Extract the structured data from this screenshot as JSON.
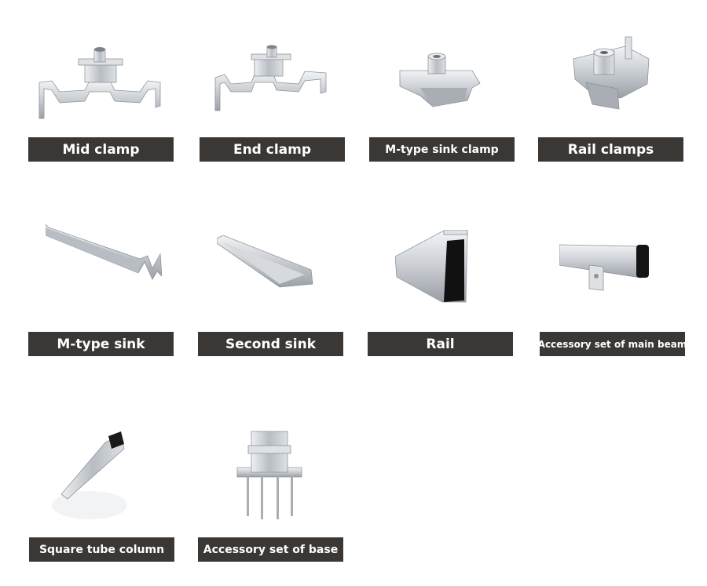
{
  "colors": {
    "label_bg": "#3b3735",
    "label_text": "#ffffff",
    "metal": "#c9cdd2"
  },
  "products": [
    {
      "name": "Mid clamp",
      "icon": "mid-clamp-image"
    },
    {
      "name": "End clamp",
      "icon": "end-clamp-image"
    },
    {
      "name": "M-type sink clamp",
      "icon": "m-type-sink-clamp-image"
    },
    {
      "name": "Rail clamps",
      "icon": "rail-clamps-image"
    },
    {
      "name": "M-type sink",
      "icon": "m-type-sink-image"
    },
    {
      "name": "Second sink",
      "icon": "second-sink-image"
    },
    {
      "name": "Rail",
      "icon": "rail-image"
    },
    {
      "name": "Accessory set of main beam",
      "icon": "main-beam-accessory-image"
    },
    {
      "name": "Square tube column",
      "icon": "square-tube-column-image"
    },
    {
      "name": "Accessory set of base",
      "icon": "base-accessory-image"
    }
  ]
}
